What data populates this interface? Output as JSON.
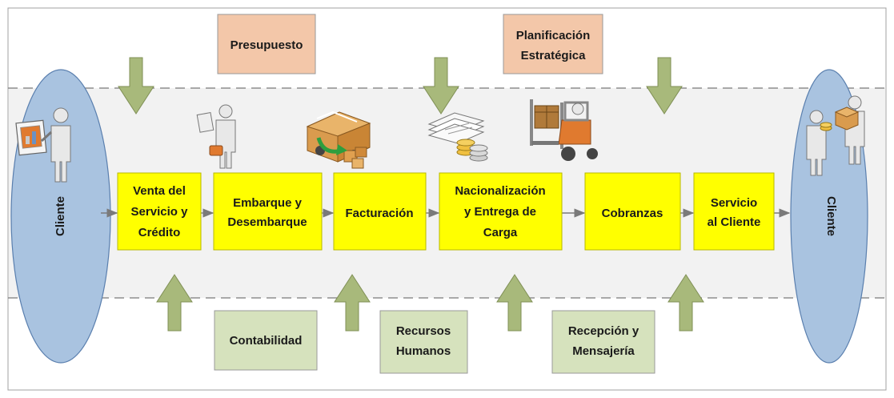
{
  "colors": {
    "process_fill": "#ffff00",
    "process_stroke": "#b8b800",
    "top_box_fill": "#f3c7a9",
    "bottom_box_fill": "#d6e2bd",
    "arrow_fill": "#a8b97b",
    "client_fill": "#a9c3e0"
  },
  "diagram": {
    "clients": [
      {
        "label": "Cliente"
      },
      {
        "label": "Cliente"
      }
    ],
    "top_boxes": [
      {
        "lines": [
          "Presupuesto"
        ]
      },
      {
        "lines": [
          "Planificación",
          "Estratégica"
        ]
      }
    ],
    "process_steps": [
      {
        "lines": [
          "Venta del",
          "Servicio y",
          "Crédito"
        ]
      },
      {
        "lines": [
          "Embarque y",
          "Desembarque"
        ]
      },
      {
        "lines": [
          "Facturación"
        ]
      },
      {
        "lines": [
          "Nacionalización",
          "y Entrega de",
          "Carga"
        ]
      },
      {
        "lines": [
          "Cobranzas"
        ]
      },
      {
        "lines": [
          "Servicio",
          "al Cliente"
        ]
      }
    ],
    "bottom_boxes": [
      {
        "lines": [
          "Contabilidad"
        ]
      },
      {
        "lines": [
          "Recursos",
          "Humanos"
        ]
      },
      {
        "lines": [
          "Recepción y",
          "Mensajería"
        ]
      }
    ],
    "icons": [
      "presentation-person-icon",
      "business-person-icon",
      "delivery-truck-icon",
      "documents-coins-icon",
      "forklift-icon",
      "handover-persons-icon"
    ]
  }
}
